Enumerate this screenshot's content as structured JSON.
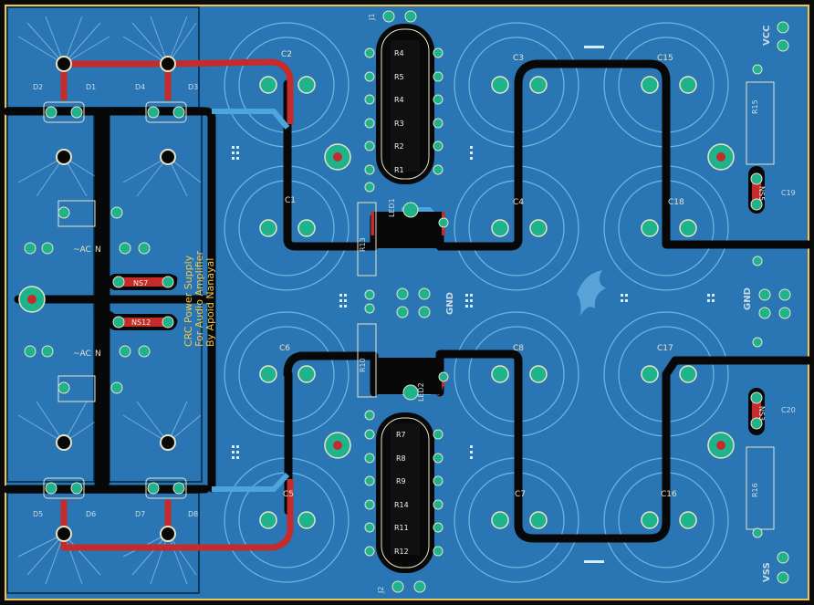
{
  "board": {
    "colors": {
      "copper_fill": "#2a76b4",
      "back_copper": "#2e7fc1",
      "front_trace": "#c62b2b",
      "black_trace": "#080808",
      "pad": "#1fb38c",
      "silkscreen": "#ece6c8",
      "outline": "#f3c84a"
    },
    "silk_title": {
      "line1": "CRC Power Supply",
      "line2": "For Audio Amplifier",
      "line3": "By Apoid Nanayal"
    },
    "labels": {
      "ac_top": "~AC",
      "ac_bottom": "~AC",
      "n_top": "N",
      "n_bottom": "N",
      "vcc": "VCC",
      "vss": "VSS",
      "gnd_left": "GND",
      "gnd_right": "GND",
      "ns7": "NS7",
      "ns12": "NS12",
      "ns5": "NS5",
      "ns3": "NS3"
    },
    "diodes": [
      "D2",
      "D1",
      "D4",
      "D3",
      "D5",
      "D6",
      "D7",
      "D8"
    ],
    "caps_left": [
      "C2",
      "C1",
      "C6",
      "C5"
    ],
    "caps_right": [
      "C3",
      "C15",
      "C4",
      "C18",
      "C8",
      "C17",
      "C7",
      "C16"
    ],
    "small_caps": [
      "C19",
      "C20"
    ],
    "resistor_top": [
      "R4",
      "R5",
      "R4",
      "R3",
      "R2",
      "R1"
    ],
    "resistor_bottom": [
      "R7",
      "R8",
      "R9",
      "R14",
      "R11",
      "R12"
    ],
    "misc_refs": {
      "r13": "R13",
      "r15": "R15",
      "r16": "R16",
      "r10": "R10",
      "led1": "LED1",
      "led2": "LED2",
      "j1": "J1",
      "j2": "J2"
    }
  }
}
